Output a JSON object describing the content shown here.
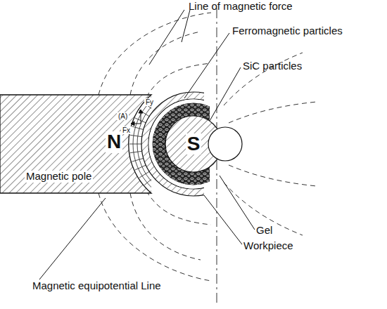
{
  "diagram": {
    "nodes": [
      {
        "text": [
          "N",
          "Magnetic pole"
        ]
      },
      {
        "text": [
          "S"
        ]
      }
    ],
    "labels": [
      "Line of magnetic force",
      "Ferromagnetic particles",
      "SiC particles",
      "Fy",
      "(A)",
      "Fx",
      "Gel",
      "Workpiece",
      "Magnetic equipotential Line"
    ]
  }
}
